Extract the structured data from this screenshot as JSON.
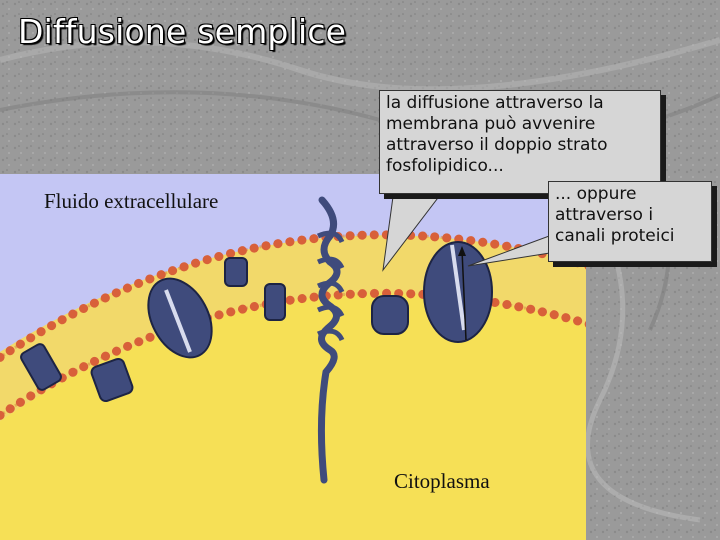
{
  "title": "Diffusione semplice",
  "labels": {
    "extracellular": "Fluido extracellulare",
    "cytoplasm": "Citoplasma"
  },
  "callout_bilayer": {
    "lines": [
      "la diffusione attraverso la",
      "membrana può avvenire",
      "attraverso il doppio strato",
      "fosfolipidico..."
    ]
  },
  "callout_channels": {
    "lines": [
      "... oppure",
      "attraverso i",
      "canali proteici"
    ]
  },
  "colors": {
    "extracellular": "#c4c6f4",
    "cytoplasm": "#f6e056",
    "membrane_core": "#f2d96a",
    "phospholipid_head": "#d8603a",
    "protein": "#3f4b7c"
  }
}
